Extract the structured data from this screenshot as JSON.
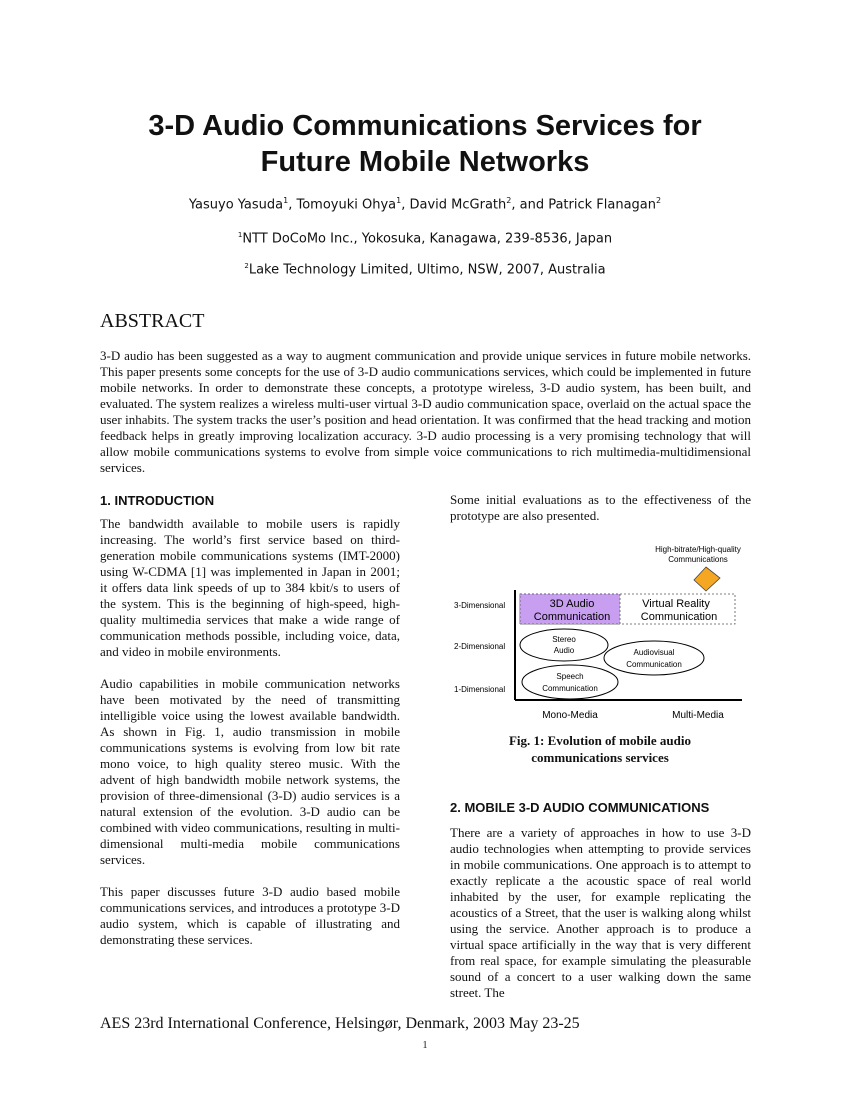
{
  "title": {
    "line1": "3-D Audio Communications Services for",
    "line2": "Future Mobile Networks"
  },
  "authors": {
    "a1": "Yasuyo Yasuda",
    "a1_sup": "1",
    "a2": "Tomoyuki Ohya",
    "a2_sup": "1",
    "a3": "David McGrath",
    "a3_sup": "2",
    "a4_prefix": "and Patrick Flanagan",
    "a4_sup": "2"
  },
  "affiliations": [
    {
      "sup": "1",
      "text": "NTT DoCoMo Inc., Yokosuka, Kanagawa, 239-8536, Japan"
    },
    {
      "sup": "2",
      "text": "Lake Technology Limited, Ultimo, NSW, 2007, Australia"
    }
  ],
  "abstract": {
    "heading": "ABSTRACT",
    "text": "3-D audio has been suggested as a way to augment communication and provide unique services in future mobile networks. This paper presents some concepts for the use of 3-D audio communications services, which could be implemented in future mobile networks. In order to demonstrate these concepts, a prototype wireless, 3-D audio system, has been built, and evaluated. The system realizes a wireless multi-user virtual 3-D audio communication space, overlaid on the actual space the user inhabits. The system tracks the user’s position and head orientation.  It was confirmed that the head tracking and motion feedback helps in greatly improving localization accuracy. 3-D audio processing is a very promising technology that will allow mobile communications systems to evolve from simple voice communications to rich multimedia-multidimensional services."
  },
  "section1": {
    "heading": "1.   INTRODUCTION",
    "p1": "The bandwidth available to mobile users is rapidly increasing. The world’s first service based on third-generation mobile communications systems (IMT-2000) using W-CDMA [1] was implemented in Japan in 2001; it offers data link speeds of up to 384 kbit/s to users of the system. This is the beginning of high-speed, high-quality multimedia services that make a wide range of communication methods possible, including voice, data, and video in mobile environments.",
    "p2": "Audio capabilities in mobile communication networks have been motivated by the need of transmitting intelligible voice using the lowest available bandwidth. As shown in Fig. 1, audio transmission in mobile communications systems is evolving from low bit rate mono voice, to high quality stereo music. With the advent of high bandwidth mobile network systems, the provision of three-dimensional (3-D) audio services is a natural extension of the evolution. 3-D audio can be combined with video communications, resulting in multi-dimensional multi-media mobile communications services.",
    "p3": "This paper discusses future 3-D audio based mobile communications services, and introduces a prototype 3-D audio system, which is capable of illustrating and demonstrating these services."
  },
  "right_intro": "Some initial evaluations as to the effectiveness of the prototype are also presented.",
  "figure": {
    "ylabels": [
      "3-Dimensional",
      "2-Dimensional",
      "1-Dimensional"
    ],
    "xlabels": [
      "Mono-Media",
      "Multi-Media"
    ],
    "box_3d": [
      "3D Audio",
      "Communication"
    ],
    "box_vr": [
      "Virtual Reality",
      "Communication"
    ],
    "stereo": [
      "Stereo",
      "Audio"
    ],
    "audiovisual": [
      "Audiovisual",
      "Communication"
    ],
    "speech": [
      "Speech",
      "Communication"
    ],
    "highbit": [
      "High-bitrate/High-quality",
      "Communications"
    ],
    "colors": {
      "box_3d_fill": "#c89ff0",
      "arrow_fill": "#f5a623"
    },
    "caption_line1": "Fig. 1: Evolution of mobile audio",
    "caption_line2": "communications services"
  },
  "section2": {
    "heading": "2.   MOBILE 3-D AUDIO COMMUNICATIONS",
    "p1": "There are a variety of approaches in how to use 3-D audio technologies when attempting to provide services in mobile communications. One approach is to attempt to exactly  replicate a the acoustic space of real world inhabited by the user, for example replicating the acoustics of a Street, that the user is walking along whilst using the service. Another approach is to produce a virtual space artificially in the way that is very different from real space, for example simulating the pleasurable sound of a concert to a user walking down the same street. The"
  },
  "footer": {
    "conference": "AES 23rd International Conference, Helsingør, Denmark, 2003 May 23-25",
    "page": "1"
  }
}
